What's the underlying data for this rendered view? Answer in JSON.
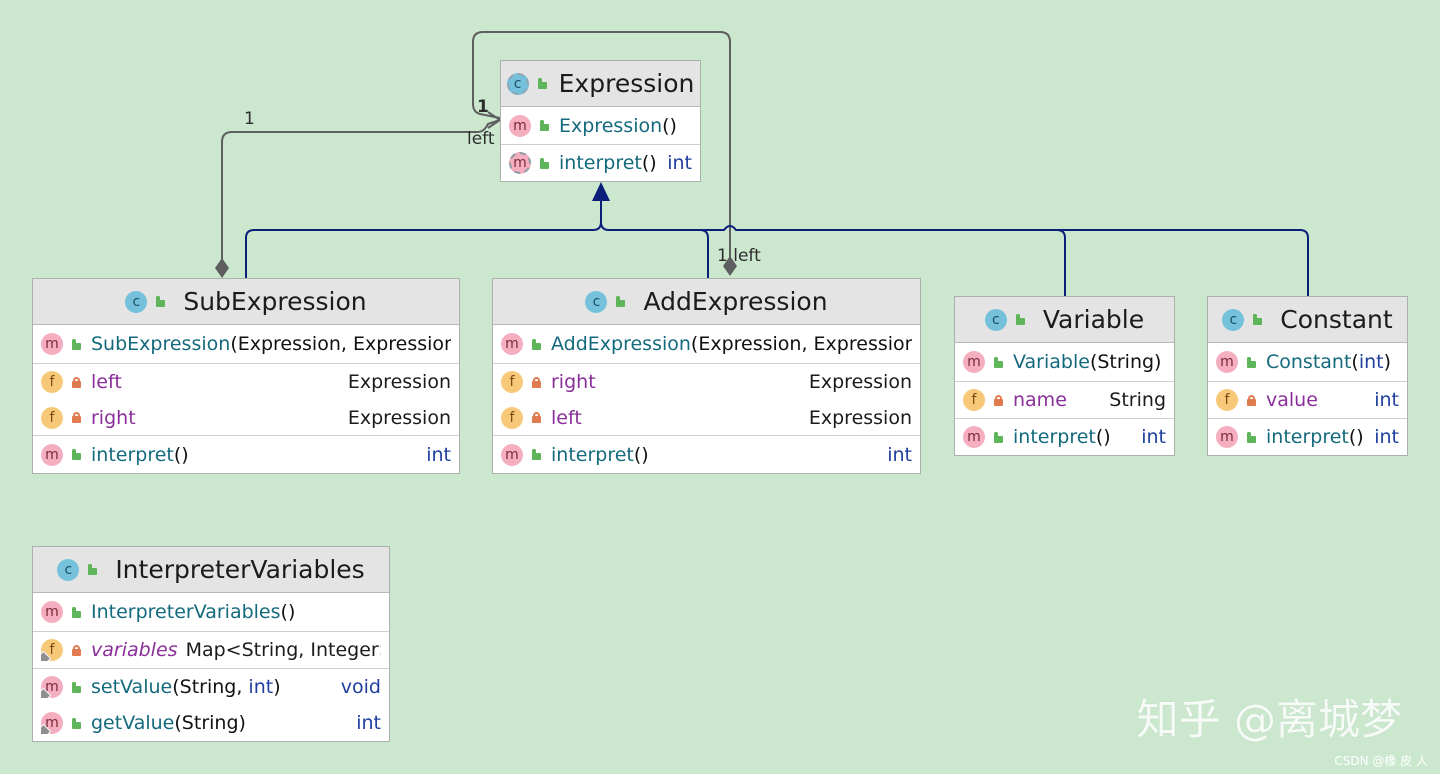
{
  "classes": {
    "expression": {
      "name": "Expression",
      "rows": [
        {
          "name": "Expression",
          "params": "()",
          "type": ""
        },
        {
          "name": "interpret",
          "params": "()",
          "type": "int"
        }
      ]
    },
    "sub": {
      "name": "SubExpression",
      "rows": [
        {
          "name": "SubExpression",
          "params": "(Expression, Expression)",
          "type": ""
        },
        {
          "name": "left",
          "type": "Expression"
        },
        {
          "name": "right",
          "type": "Expression"
        },
        {
          "name": "interpret",
          "params": "()",
          "type": "int"
        }
      ]
    },
    "add": {
      "name": "AddExpression",
      "rows": [
        {
          "name": "AddExpression",
          "params": "(Expression, Expression)",
          "type": ""
        },
        {
          "name": "right",
          "type": "Expression"
        },
        {
          "name": "left",
          "type": "Expression"
        },
        {
          "name": "interpret",
          "params": "()",
          "type": "int"
        }
      ]
    },
    "variable": {
      "name": "Variable",
      "rows": [
        {
          "name": "Variable",
          "params": "(String)",
          "type": ""
        },
        {
          "name": "name",
          "type": "String"
        },
        {
          "name": "interpret",
          "params": "()",
          "type": "int"
        }
      ]
    },
    "constant": {
      "name": "Constant",
      "rows": [
        {
          "name": "Constant",
          "params_open": "(",
          "params_kw": "int",
          "params_close": ")",
          "type": ""
        },
        {
          "name": "value",
          "type": "int"
        },
        {
          "name": "interpret",
          "params": "()",
          "type": "int"
        }
      ]
    },
    "vars": {
      "name": "InterpreterVariables",
      "rows": [
        {
          "name": "InterpreterVariables",
          "params": "()",
          "type": ""
        },
        {
          "name": "variables",
          "type": "Map<String, Integer>"
        },
        {
          "name": "setValue",
          "params_open": "(String, ",
          "params_kw": "int",
          "params_close": ")",
          "type": "void"
        },
        {
          "name": "getValue",
          "params": "(String)",
          "type": "int"
        }
      ]
    }
  },
  "edge_labels": {
    "sub_mult": "1",
    "sub_role": "left",
    "add_mult_top": "1",
    "add_label_bottom": "1 left"
  },
  "icons": {
    "badge_m": "m",
    "badge_f": "f",
    "badge_c": "c"
  },
  "watermark": "知乎 @离城梦",
  "credit": "CSDN @橡 皮 人",
  "colors": {
    "background": "#cbe8cf",
    "inheritance": "#0b1f7a",
    "composition": "#5e5e5e"
  }
}
